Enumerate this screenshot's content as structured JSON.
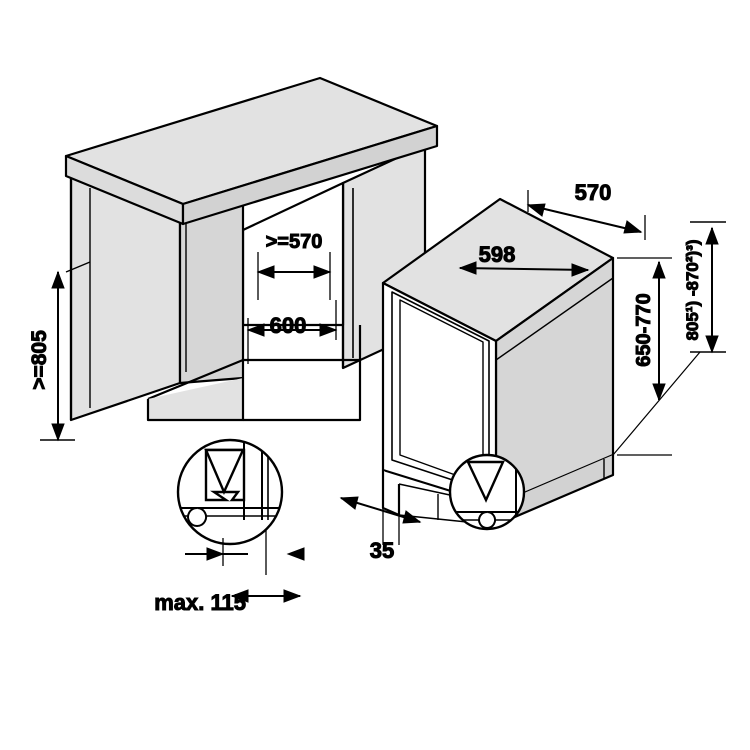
{
  "drawing": {
    "title": "Built-under dishwasher installation dimensions",
    "type": "technical-installation-diagram",
    "units": "mm",
    "stroke_color": "#000000",
    "fill_light": "#e9e9e9",
    "fill_mid": "#dcdcdc",
    "fill_white": "#ffffff",
    "background": "#ffffff"
  },
  "dimensions": {
    "niche_height": ">=805",
    "niche_depth": "600",
    "niche_width": ">=570",
    "appliance_width_top": "570",
    "appliance_width_front": "598",
    "appliance_height_body": "650-770",
    "appliance_height_total": "805¹) -870²)³)",
    "plinth_height": "35",
    "plinth_depth_max": "max. 115"
  },
  "labels": [
    {
      "id": "niche-height",
      "text": ">=805",
      "orientation": "vertical"
    },
    {
      "id": "niche-width",
      "text": ">=570",
      "orientation": "horizontal"
    },
    {
      "id": "niche-depth",
      "text": "600",
      "orientation": "horizontal"
    },
    {
      "id": "top-width",
      "text": "570",
      "orientation": "horizontal"
    },
    {
      "id": "front-width",
      "text": "598",
      "orientation": "horizontal"
    },
    {
      "id": "body-height",
      "text": "650-770",
      "orientation": "vertical"
    },
    {
      "id": "total-height",
      "text": "805¹)-870²)³)",
      "orientation": "vertical"
    },
    {
      "id": "plinth-height",
      "text": "35",
      "orientation": "horizontal"
    },
    {
      "id": "plinth-depth",
      "text": "max. 115",
      "orientation": "horizontal"
    }
  ]
}
